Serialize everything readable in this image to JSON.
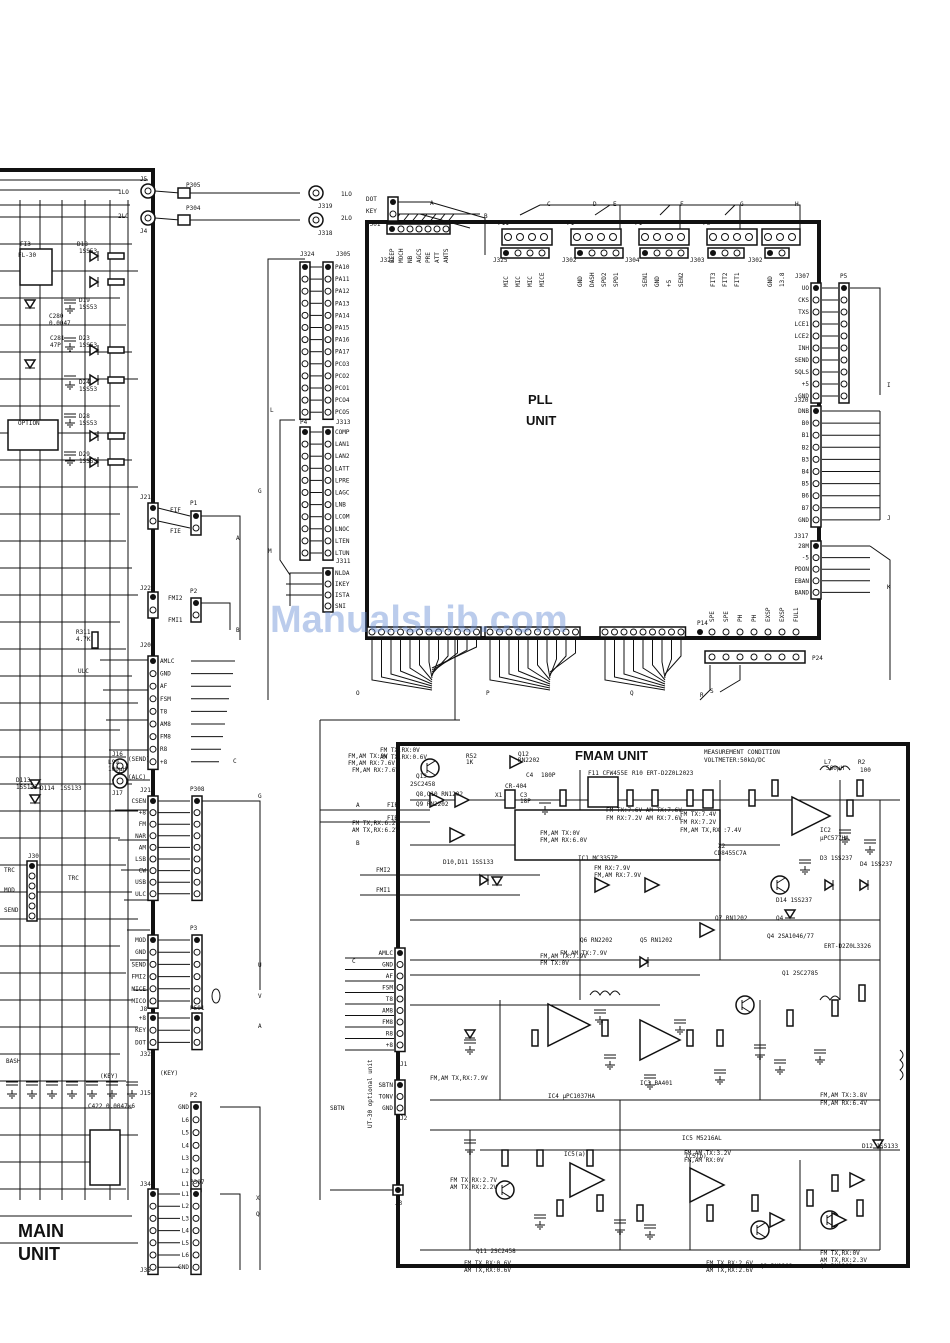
{
  "pll_unit": {
    "line1": "PLL",
    "line2": "UNIT"
  },
  "fmam_unit": {
    "title": "FMAM UNIT",
    "measurement_condition": "MEASUREMENT CONDITION",
    "voltmeter": "VOLTMETER:50kΩ/DC"
  },
  "main_unit": {
    "line1": "MAIN",
    "line2": "UNIT"
  },
  "watermark": "ManualsLib.com",
  "connectors": {
    "top_left": [
      "J5",
      "J4",
      "P305",
      "P304",
      "J319",
      "J318",
      "J501",
      "J21",
      "J22",
      "J20",
      "J16",
      "J17",
      "J30",
      "J8",
      "J32",
      "J15",
      "J34",
      "J35"
    ],
    "pll": [
      "J305",
      "J313",
      "J311",
      "J322",
      "J325",
      "J302",
      "J304",
      "J303",
      "J302",
      "J307",
      "J320",
      "J317",
      "J324",
      "P4",
      "P14",
      "P5",
      "P24",
      "P25",
      "P11",
      "P1",
      "P1",
      "P6"
    ],
    "p_main": [
      "P1",
      "P2",
      "P308",
      "P3",
      "P501",
      "P2",
      "P307"
    ],
    "fmam": [
      "J1",
      "J2",
      "J3"
    ]
  },
  "signal_labels": {
    "j305": [
      "PA10",
      "PA11",
      "PA12",
      "PA13",
      "PA14",
      "PA15",
      "PA16",
      "PA17",
      "PCO3",
      "PCO2",
      "PCO1",
      "PCO4",
      "PCO5"
    ],
    "j313": [
      "COMP",
      "LAN1",
      "LAN2",
      "LATT",
      "LPRE",
      "LAGC",
      "LNB",
      "LCOM",
      "LNOC",
      "LTEN",
      "LTUN"
    ],
    "j311": [
      "NLDA",
      "IKEY",
      "ISTA",
      "SNI"
    ],
    "j322_top": [
      "BEEP",
      "MOCH",
      "NB",
      "AGCS",
      "PRE",
      "ATT",
      "ANTS"
    ],
    "j325_top": [
      "MIC",
      "MIC",
      "MIC",
      "MICE"
    ],
    "j302_top": [
      "GND",
      "DASH",
      "SPD2",
      "SPD1"
    ],
    "j304_top": [
      "SEN1",
      "GND",
      "+5",
      "SEN2"
    ],
    "j303_top": [
      "FIT3",
      "FIT2",
      "FIT1"
    ],
    "j302b_top": [
      "GND",
      "13.8"
    ],
    "right_upper": [
      "UO",
      "CKS",
      "TXS",
      "LCE1",
      "LCE2",
      "INH",
      "SEND",
      "SQLS",
      "+5",
      "GND"
    ],
    "right_mid": [
      "DNB",
      "B0",
      "B1",
      "B2",
      "B3",
      "B4",
      "B5",
      "B6",
      "B7",
      "GND"
    ],
    "right_lower": [
      "28M",
      "-5",
      "PDON",
      "EBAN",
      "BAND"
    ],
    "bottom_right": [
      "SPE",
      "SPE",
      "PH",
      "PH",
      "EXSP",
      "EXSP",
      "FUL1"
    ],
    "j20": [
      "AMLC",
      "GND",
      "AF",
      "FSM",
      "T8",
      "AM8",
      "FM8",
      "R8",
      "+8"
    ],
    "p308": [
      "CSEN",
      "+8",
      "FM",
      "NAR",
      "AM",
      "LSB",
      "CW",
      "USB",
      "ULC"
    ],
    "p3": [
      "MOD",
      "GND",
      "SEND",
      "FMI2",
      "MICE",
      "MICO"
    ],
    "p501": [
      "+8",
      "KEY",
      "DOT"
    ],
    "p2_lower": [
      "GND",
      "L6",
      "L5",
      "L4",
      "L3",
      "L2",
      "L1"
    ],
    "p307": [
      "L1",
      "L2",
      "L3",
      "L4",
      "L5",
      "L6",
      "GND"
    ],
    "fmam_j1": [
      "AMLC",
      "GND",
      "AF",
      "FSM",
      "T8",
      "AM8",
      "FM8",
      "R8",
      "+8"
    ],
    "fmam_j2": [
      "SBTN",
      "TONV",
      "GND"
    ],
    "left_small": [
      "FIF",
      "FIE",
      "FMI2",
      "FMI1",
      "ULC",
      "TRC",
      "MOD",
      "SEND",
      "BASH",
      "DOT",
      "KEY"
    ],
    "j319_j318": [
      "1LO",
      "2LO",
      "1LO",
      "2LO",
      "DOT",
      "KEY"
    ],
    "fmam_inputs": [
      "FIF",
      "FIE",
      "FMI2",
      "FMI1"
    ],
    "letters": [
      "A",
      "B",
      "C",
      "D",
      "E",
      "F",
      "G",
      "H",
      "I",
      "J",
      "K",
      "L",
      "M",
      "O",
      "P",
      "Q",
      "R",
      "S",
      "T",
      "U",
      "V",
      "X"
    ]
  },
  "components": {
    "main": [
      "FI3",
      "FL-30",
      "D18",
      "1SS53",
      "D19",
      "1SS53",
      "C280",
      "0.0047",
      "C281",
      "47P",
      "D23",
      "1SS53",
      "D24",
      "1SS53",
      "D28",
      "1SS53",
      "OPTION",
      "D29",
      "1SS53",
      "R311",
      "4.7K",
      "D113",
      "1SS133",
      "D114",
      "1SS133",
      "L99",
      "100μH",
      "(SEND)",
      "(ALC)",
      "C422 0.0047×6",
      "(KEY)"
    ],
    "fmam": [
      "Q13",
      "2SC2458",
      "R52",
      "1K",
      "Q12",
      "RN2202",
      "Q8,Q10 RN1202",
      "Q9 RN2202",
      "C4",
      "180P",
      "CR-404",
      "X1",
      "C3",
      "18P",
      "F11 CFW455E",
      "R10 ERT-D2Z0L2023",
      "L7",
      "560μH",
      "R2",
      "100",
      "IC1 MC3357P",
      "X2",
      "CD8455C7A",
      "IC2",
      "μPC577HA",
      "D3 1SS237",
      "D4 1SS237",
      "D10,D11 1SS133",
      "Q6 RN2202",
      "Q5 RN1202",
      "Q7 RN1202",
      "D14 1SS237",
      "Q4",
      "Q4 2SA1046/77",
      "Q1 2SC2785",
      "ERT-D2Z0L3326",
      "IC4 μPC1037HA",
      "IC3 BA401",
      "IC5 M5216AL",
      "IC5(a)",
      "IC5(b)",
      "Q11 2SC2458",
      "Q2 RN1202",
      "Q3 RN1202",
      "D12 1SS133"
    ],
    "voltages": [
      "FM TX,RX:0V",
      "AM TX,RX:0.6V",
      "FM,AM TX:0V",
      "FM,AM RX:7.6V",
      "FM TX,RX:6.2V",
      "AM TX,RX:6.2V",
      "FM TX:7.6V AM TX:7.6V",
      "FM RX:7.2V AM RX:7.6V",
      "FM TX:7.4V",
      "FM RX:7.2V",
      "FM,AM TX,RX :7.4V",
      "FM,AM TX:0V",
      "FM,AM RX:6.0V",
      "FM,AM TX:7.9V",
      "FM TX:0V",
      "FM RX:7.9V",
      "FM,AM RX:7.9V",
      "FM,AM TX:7.9V",
      "FM,AM TX:3.8V",
      "FM,AM RX:6.4V",
      "FM,AM TX:3.2V",
      "FM,AM RX:0V",
      "FM TX,RX:2.7V",
      "AM TX,RX:2.2V",
      "FM TX,RX:0.6V",
      "AM TX,RX:0.6V",
      "FM TX,RX:2.6V",
      "AM TX,RX:2.6V",
      "FM TX,RX:0V",
      "AM TX,RX:2.3V",
      "FM,AM TX,RX:7.9V",
      "UT-30 optional unit"
    ]
  }
}
